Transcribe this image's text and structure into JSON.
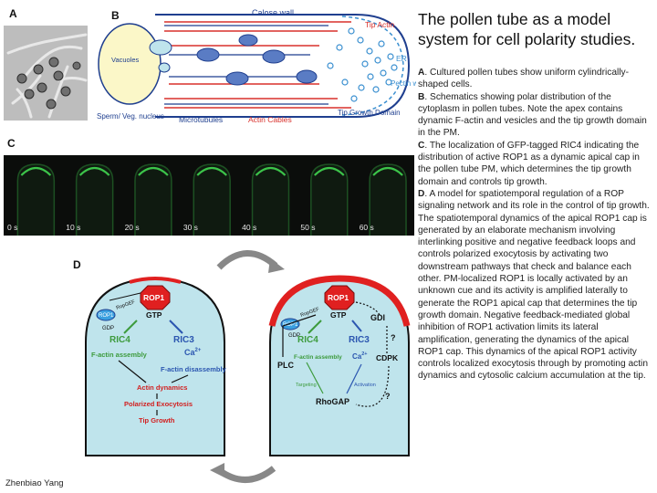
{
  "panel_letters": {
    "a": "A",
    "b": "B",
    "c": "C",
    "d": "D"
  },
  "title": "The pollen tube as a model system for cell polarity studies.",
  "description": [
    {
      "lead": "A",
      "text": ". Cultured pollen tubes show uniform cylindrically-shaped cells."
    },
    {
      "lead": "B",
      "text": ". Schematics showing polar distribution of the cytoplasm in pollen tubes. Note the apex contains dynamic F-actin and vesicles and the tip growth domain in the PM."
    },
    {
      "lead": "C",
      "text": ". The localization of GFP-tagged RIC4 indicating the distribution of active ROP1 as a dynamic apical cap in the pollen tube PM, which determines the tip growth domain and controls tip growth."
    },
    {
      "lead": "D",
      "text": ". A model for spatiotemporal regulation of a ROP signaling network and its role in the control of tip growth. The spatiotemporal dynamics of the apical ROP1 cap is generated by an elaborate mechanism involving interlinking positive and negative feedback loops and controls polarized exocytosis by activating two downstream pathways that check and balance each other. PM-localized ROP1 is locally activated by an unknown cue and its activity is amplified laterally to generate the ROP1 apical cap that determines the tip growth domain. Negative feedback-mediated global inhibition of ROP1 activation limits its lateral amplification, generating the dynamics of the apical ROP1 cap. This dynamics of the apical ROP1 activity controls localized exocytosis through by promoting actin dynamics and cytosolic calcium accumulation at the tip."
    }
  ],
  "author": "Zhenbiao Yang",
  "panelB": {
    "vacuole": "Vacuoles",
    "sperm": "Sperm/\nVeg. nucleus",
    "microtubules": "Microtubules",
    "actin_cables": "Actin Cables",
    "calose_wall": "Calose wall",
    "tip_actin": "Tip Actin",
    "er": "ER",
    "pectin_wall": "Pectin wall",
    "tip_growth_domain": "Tip Growth Domain",
    "colors": {
      "actin": "#d8312c",
      "microtubule": "#1f3f8f",
      "er": "#3a8fd0",
      "label_red": "#d8312c",
      "label_blue": "#1f3f8f"
    }
  },
  "panelC": {
    "timestamps": [
      "0 s",
      "10 s",
      "20 s",
      "30 s",
      "40 s",
      "50 s",
      "60 s"
    ],
    "signal_color": "#3cc44a"
  },
  "panelD": {
    "left": {
      "rop1": "ROP1",
      "gtp": "GTP",
      "rop1_gdp": "ROP1",
      "gdp": "GDP",
      "ropgef": "RopGEF",
      "ric4": "RIC4",
      "ric3": "RIC3",
      "f_actin_assembly": "F-actin assembly",
      "ca": "Ca",
      "ca_sup": "2+",
      "f_actin_disassembly": "F-actin disassembly",
      "actin_dynamics": "Actin dynamics",
      "polarized_exocytosis": "Polarized Exocytosis",
      "tip_growth": "Tip Growth"
    },
    "right": {
      "rop1": "ROP1",
      "gtp": "GTP",
      "rop1_gdp": "ROP1",
      "gdp": "GDP",
      "ropgef": "RopGEF",
      "gdi": "GDI",
      "ric4": "RIC4",
      "ric3": "RIC3",
      "f_actin_assembly": "F-actin assembly",
      "ca": "Ca",
      "ca_sup": "2+",
      "cdpk": "CDPK",
      "plc": "PLC",
      "targeting": "Targeting",
      "activation": "Activation",
      "rhogap": "RhoGAP",
      "q1": "?",
      "q2": "?"
    },
    "colors": {
      "cell_fill": "#bfe4ec",
      "cap": "#e02020",
      "rop_octagon": "#e02020",
      "ric4": "#3d9b3d",
      "ric3": "#2b56b0",
      "red_text": "#d21f1f"
    }
  }
}
